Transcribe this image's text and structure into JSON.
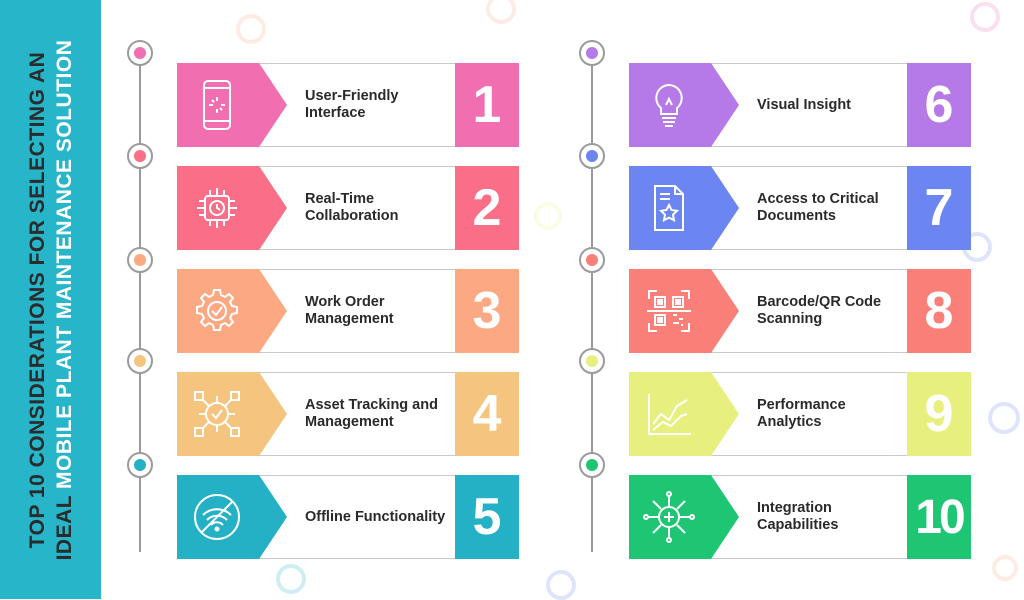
{
  "title": {
    "line1": "TOP 10 CONSIDERATIONS FOR SELECTING AN",
    "line2_prefix": "IDEAL ",
    "line2_highlight": "MOBILE PLANT MAINTENANCE SOLUTION"
  },
  "colors": {
    "band": "#26b5c9",
    "c1": "#f16fb0",
    "c2": "#fa6e87",
    "c3": "#fca882",
    "c4": "#f5c47f",
    "c5": "#24b1c6",
    "c6": "#b67ae8",
    "c7": "#6b86f1",
    "c8": "#fa7f79",
    "c9": "#e7f07e",
    "c10": "#1ec572"
  },
  "items": [
    {
      "num": "1",
      "label": "User-Friendly Interface",
      "icon": "mobile-phone-icon"
    },
    {
      "num": "2",
      "label": "Real-Time Collaboration",
      "icon": "clock-chip-icon"
    },
    {
      "num": "3",
      "label": "Work Order Management",
      "icon": "gear-check-icon"
    },
    {
      "num": "4",
      "label": "Asset Tracking and Management",
      "icon": "asset-gear-icon"
    },
    {
      "num": "5",
      "label": "Offline Functionality",
      "icon": "wifi-off-icon"
    },
    {
      "num": "6",
      "label": "Visual Insight",
      "icon": "lightbulb-icon"
    },
    {
      "num": "7",
      "label": "Access to Critical Documents",
      "icon": "document-star-icon"
    },
    {
      "num": "8",
      "label": "Barcode/QR Code Scanning",
      "icon": "qr-scan-icon"
    },
    {
      "num": "9",
      "label": "Performance Analytics",
      "icon": "line-chart-icon"
    },
    {
      "num": "10",
      "label": "Integration Capabilities",
      "icon": "integration-gear-icon"
    }
  ]
}
